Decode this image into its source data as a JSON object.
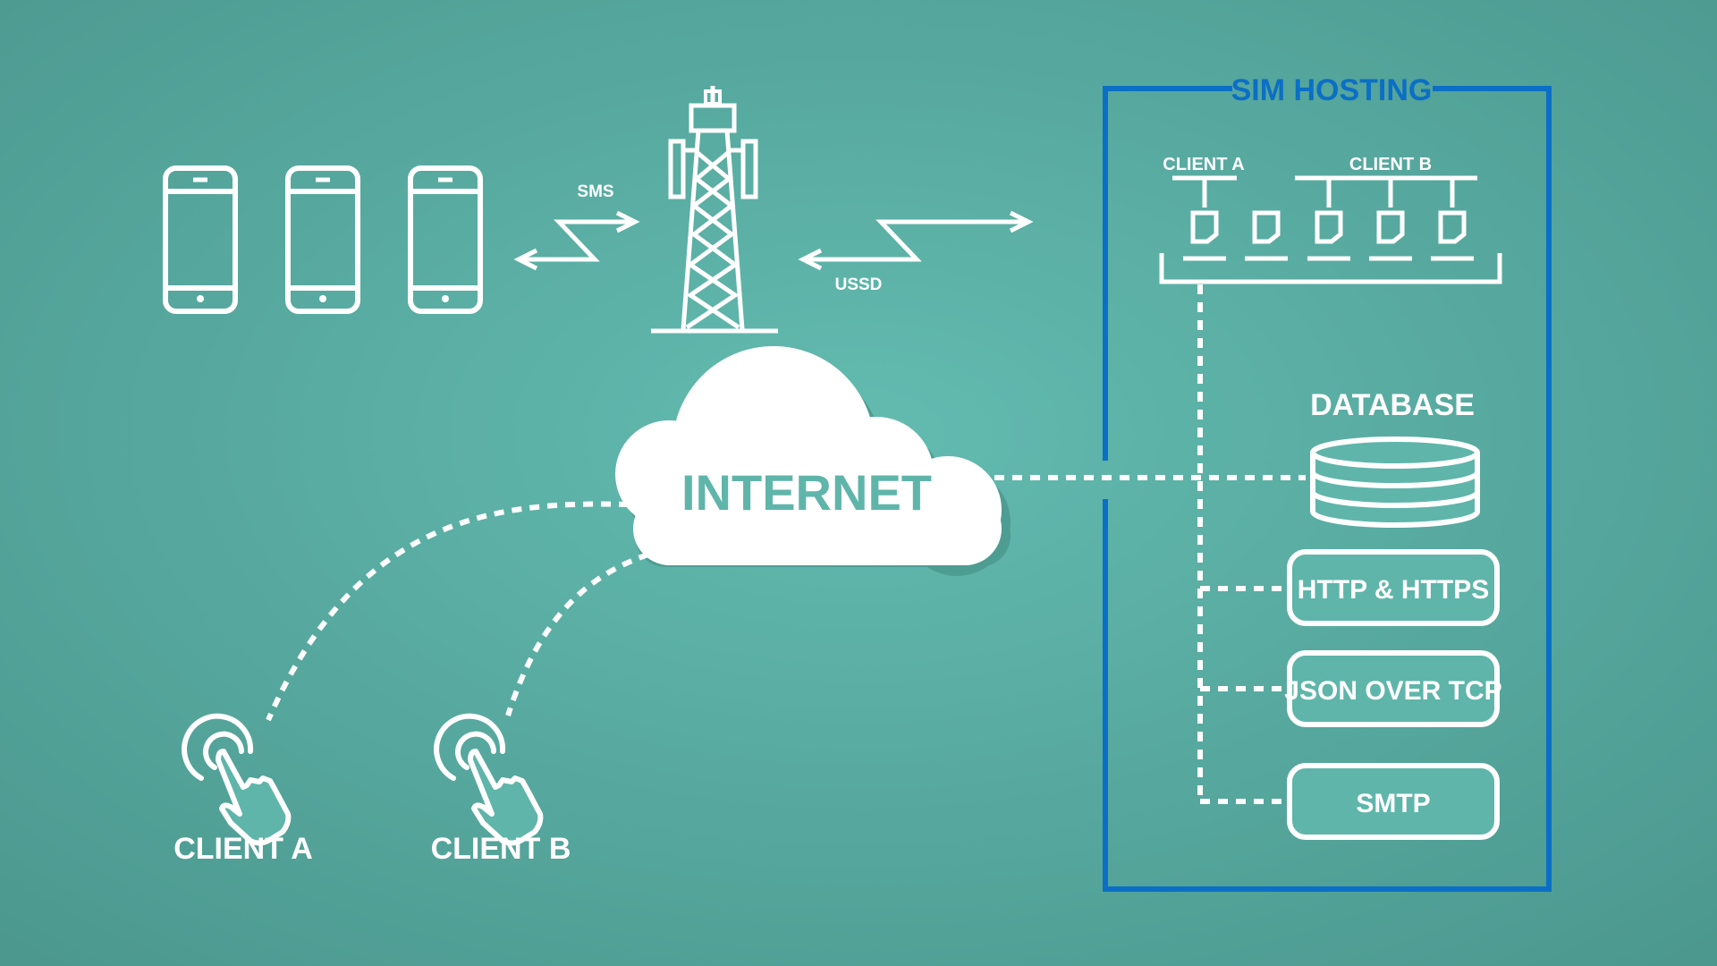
{
  "colors": {
    "background": "#5fb5aa",
    "background_edge": "#4d9a91",
    "foreground": "#ffffff",
    "accent_blue": "#0b6fc6",
    "internet_text": "#5fb5aa",
    "cloud_shadow": "#4e9d93"
  },
  "labels": {
    "sms": "SMS",
    "ussd": "USSD",
    "internet": "INTERNET",
    "client_a": "CLIENT A",
    "client_b": "CLIENT B"
  },
  "sim_hosting": {
    "title": "SIM HOSTING",
    "client_a": "CLIENT A",
    "client_b": "CLIENT B",
    "database": "DATABASE",
    "protocols": [
      "HTTP & HTTPS",
      "JSON OVER TCP",
      "SMTP"
    ]
  },
  "icons": {
    "phones": [
      "smartphone-icon",
      "smartphone-icon",
      "smartphone-icon"
    ],
    "tower": "cell-tower-icon",
    "cloud": "cloud-icon",
    "database": "database-icon",
    "sim": "sim-card-icon",
    "touch": "touch-hand-icon"
  }
}
